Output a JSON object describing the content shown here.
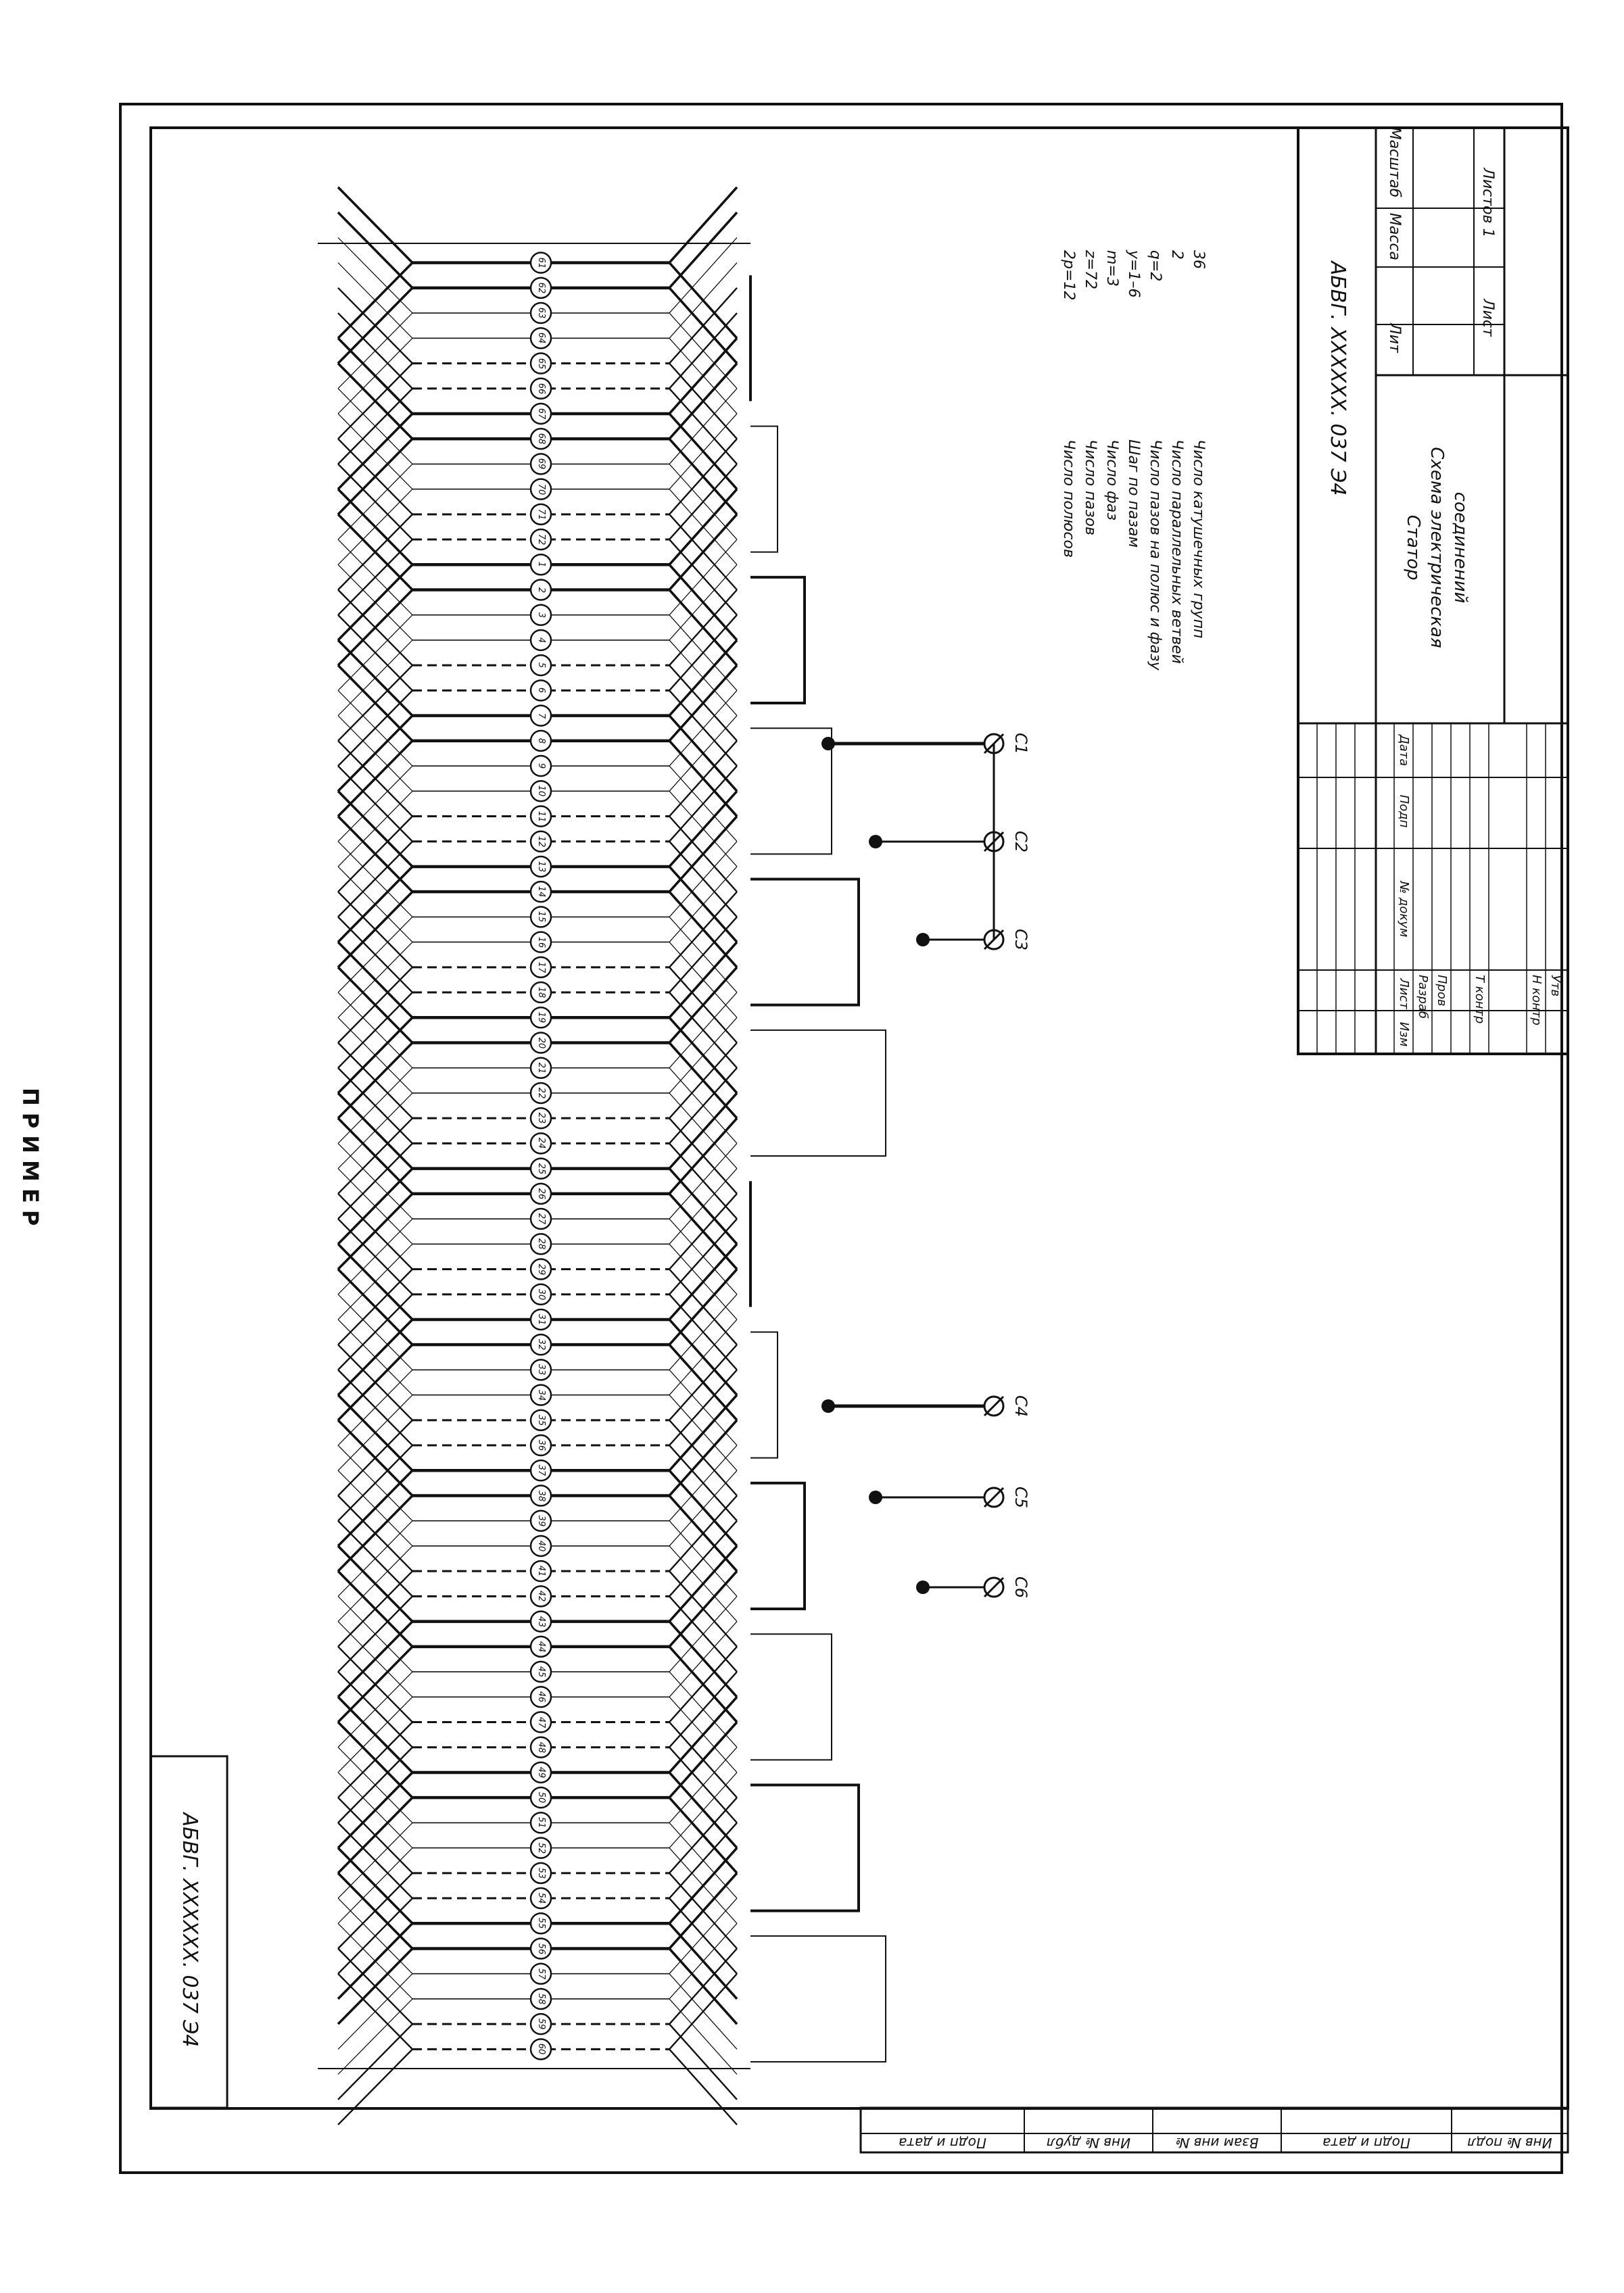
{
  "header": {
    "title": "ПРИМЕР 6"
  },
  "side_stamp": {
    "code": "АБВГ. ХХХХХХ. 037 Э4"
  },
  "terminals": [
    {
      "label": "C1"
    },
    {
      "label": "C2"
    },
    {
      "label": "C3"
    },
    {
      "label": "C4"
    },
    {
      "label": "C5"
    },
    {
      "label": "C6"
    }
  ],
  "slot_labels": [
    "61",
    "62",
    "63",
    "64",
    "65",
    "66",
    "67",
    "68",
    "69",
    "70",
    "71",
    "72",
    "1",
    "2",
    "3",
    "4",
    "5",
    "6",
    "7",
    "8",
    "9",
    "10",
    "11",
    "12",
    "13",
    "14",
    "15",
    "16",
    "17",
    "18",
    "19",
    "20",
    "21",
    "22",
    "23",
    "24",
    "25",
    "26",
    "27",
    "28",
    "29",
    "30",
    "31",
    "32",
    "33",
    "34",
    "35",
    "36",
    "37",
    "38",
    "39",
    "40",
    "41",
    "42",
    "43",
    "44",
    "45",
    "46",
    "47",
    "48",
    "49",
    "50",
    "51",
    "52",
    "53",
    "54",
    "55",
    "56",
    "57",
    "58",
    "59",
    "60"
  ],
  "parameters": {
    "names": [
      "Число полюсов",
      "Число пазов",
      "Число фаз",
      "Шаг по пазам",
      "Число пазов на полюс и фазу",
      "Число параллельных ветвей",
      "Число катушечных групп"
    ],
    "values": [
      "2р=12",
      "z=72",
      "m=3",
      "y=1–6",
      "q=2",
      "2",
      "36"
    ]
  },
  "title_block": {
    "code": "АБВГ. ХХХХХХ. 037 Э4",
    "name_lines": [
      "Статор",
      "Схема электрическая",
      "соединений"
    ],
    "col_headers": [
      "Лит",
      "Масса",
      "Масштаб"
    ],
    "sheet_label": "Лист",
    "sheets_label": "Листов 1",
    "rev_headers": [
      "Изм",
      "Лист",
      "№ докум",
      "Подп",
      "Дата"
    ],
    "roles": [
      "Разраб",
      "Пров",
      "Т контр",
      "Н контр",
      "Утв"
    ]
  },
  "left_columns": [
    "Подп и дата",
    "Инв № дубл",
    "Взам инв №",
    "Подп и дата",
    "Инв № подл"
  ]
}
